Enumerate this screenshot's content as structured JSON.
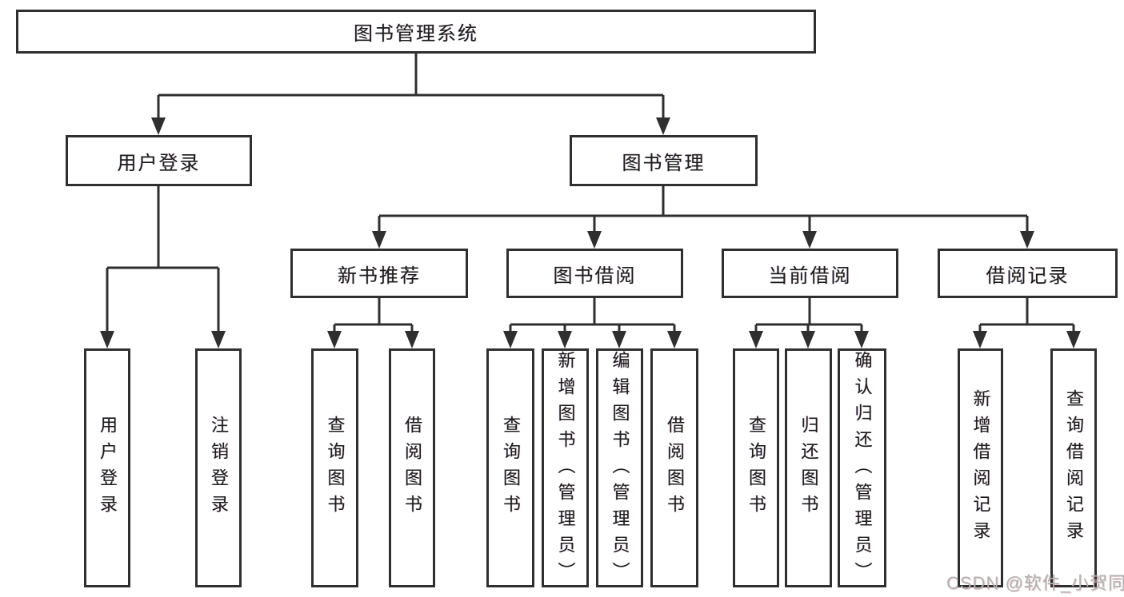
{
  "diagram": {
    "title": "图书管理系统",
    "level2": {
      "user_login": "用户登录",
      "book_management": "图书管理"
    },
    "level3": {
      "new_book_recommend": "新书推荐",
      "book_borrow": "图书借阅",
      "current_borrow": "当前借阅",
      "borrow_records": "借阅记录"
    },
    "leaves": {
      "user_login": "用户登录",
      "logout": "注销登录",
      "query_books_1": "查询图书",
      "borrow_books_1": "借阅图书",
      "query_books_2": "查询图书",
      "add_books_admin": "新增图书（管理员）",
      "edit_books_admin": "编辑图书（管理员）",
      "borrow_books_2": "借阅图书",
      "query_books_3": "查询图书",
      "return_books": "归还图书",
      "confirm_return_admin": "确认归还（管理员）",
      "add_borrow_record": "新增借阅记录",
      "query_borrow_record": "查询借阅记录"
    },
    "colors": {
      "line": "#2f2f2f",
      "text": "#1c1c1c",
      "watermark_gray": "#b2b2b2",
      "watermark_red_hint": "#c14550"
    },
    "watermark": "CSDN @软件_小贺同学"
  }
}
